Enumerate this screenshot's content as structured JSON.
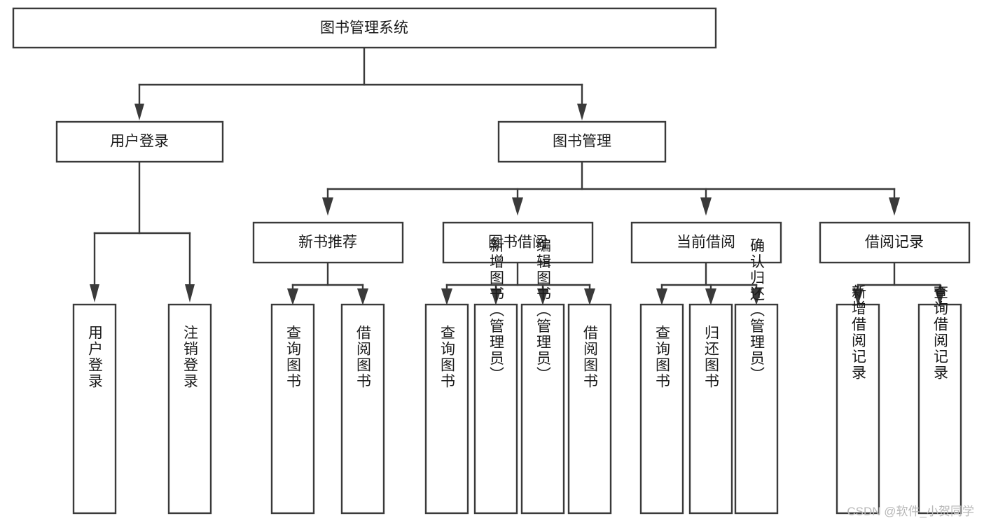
{
  "diagram": {
    "type": "tree",
    "title": "图书管理系统",
    "root": {
      "id": "root",
      "label": "图书管理系统",
      "orientation": "horizontal"
    },
    "level1": [
      {
        "id": "user-login",
        "label": "用户登录",
        "orientation": "horizontal"
      },
      {
        "id": "book-manage",
        "label": "图书管理",
        "orientation": "horizontal"
      }
    ],
    "level2": [
      {
        "id": "new-book-recommend",
        "label": "新书推荐",
        "orientation": "horizontal",
        "parent": "book-manage"
      },
      {
        "id": "book-borrow",
        "label": "图书借阅",
        "orientation": "horizontal",
        "parent": "book-manage"
      },
      {
        "id": "current-borrow",
        "label": "当前借阅",
        "orientation": "horizontal",
        "parent": "book-manage"
      },
      {
        "id": "borrow-record",
        "label": "借阅记录",
        "orientation": "horizontal",
        "parent": "book-manage"
      }
    ],
    "leaves": [
      {
        "id": "leaf-user-login",
        "label": "用户登录",
        "orientation": "vertical",
        "parent": "user-login"
      },
      {
        "id": "leaf-logout",
        "label": "注销登录",
        "orientation": "vertical",
        "parent": "user-login"
      },
      {
        "id": "leaf-query-book-1",
        "label": "查询图书",
        "orientation": "vertical",
        "parent": "new-book-recommend"
      },
      {
        "id": "leaf-borrow-book-1",
        "label": "借阅图书",
        "orientation": "vertical",
        "parent": "new-book-recommend"
      },
      {
        "id": "leaf-query-book-2",
        "label": "查询图书",
        "orientation": "vertical",
        "parent": "book-borrow"
      },
      {
        "id": "leaf-add-book",
        "label": "新增图书（管理员）",
        "orientation": "vertical",
        "parent": "book-borrow"
      },
      {
        "id": "leaf-edit-book",
        "label": "编辑图书（管理员）",
        "orientation": "vertical",
        "parent": "book-borrow"
      },
      {
        "id": "leaf-borrow-book-2",
        "label": "借阅图书",
        "orientation": "vertical",
        "parent": "book-borrow"
      },
      {
        "id": "leaf-query-book-3",
        "label": "查询图书",
        "orientation": "vertical",
        "parent": "current-borrow"
      },
      {
        "id": "leaf-return-book",
        "label": "归还图书",
        "orientation": "vertical",
        "parent": "current-borrow"
      },
      {
        "id": "leaf-confirm-return",
        "label": "确认归还（管理员）",
        "orientation": "vertical",
        "parent": "current-borrow"
      },
      {
        "id": "leaf-add-record",
        "label": "新增借阅记录",
        "orientation": "vertical",
        "parent": "borrow-record"
      },
      {
        "id": "leaf-query-record",
        "label": "查询借阅记录",
        "orientation": "vertical",
        "parent": "borrow-record"
      }
    ],
    "colors": {
      "box_fill": "#ffffff",
      "box_stroke": "#3a3a3a",
      "text": "#1a1a1a",
      "background": "#ffffff",
      "watermark": "#b8b8b8"
    }
  },
  "watermark": {
    "text": "CSDN @软件_小贺同学"
  }
}
